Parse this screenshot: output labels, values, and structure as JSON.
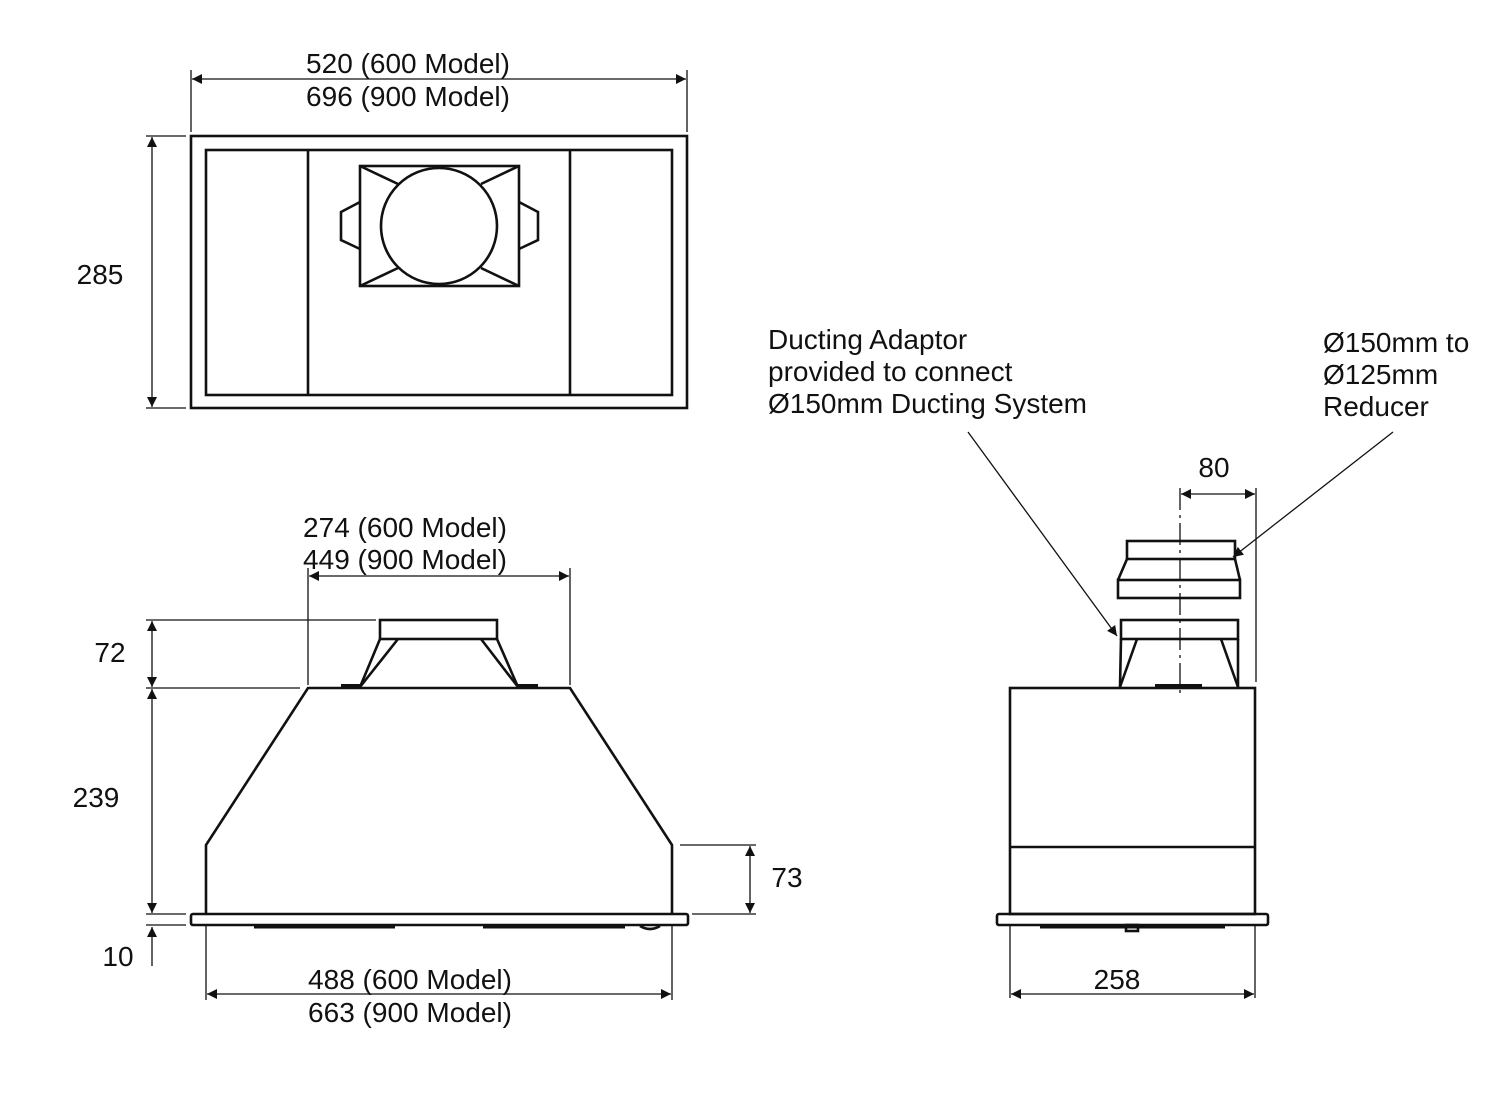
{
  "top_view": {
    "width_600": "520 (600 Model)",
    "width_900": "696 (900 Model)",
    "depth": "285"
  },
  "front_view": {
    "outlet_600": "274 (600 Model)",
    "outlet_900": "449 (900 Model)",
    "outlet_height": "72",
    "body_height": "239",
    "side_height": "73",
    "plate_thickness": "10",
    "base_600": "488 (600 Model)",
    "base_900": "663 (900 Model)"
  },
  "side_view": {
    "outlet_offset": "80",
    "depth": "258",
    "adaptor_label": [
      "Ducting Adaptor",
      "provided to connect",
      "Ø150mm Ducting System"
    ],
    "reducer_label": [
      "Ø150mm to",
      "Ø125mm",
      "Reducer"
    ]
  }
}
